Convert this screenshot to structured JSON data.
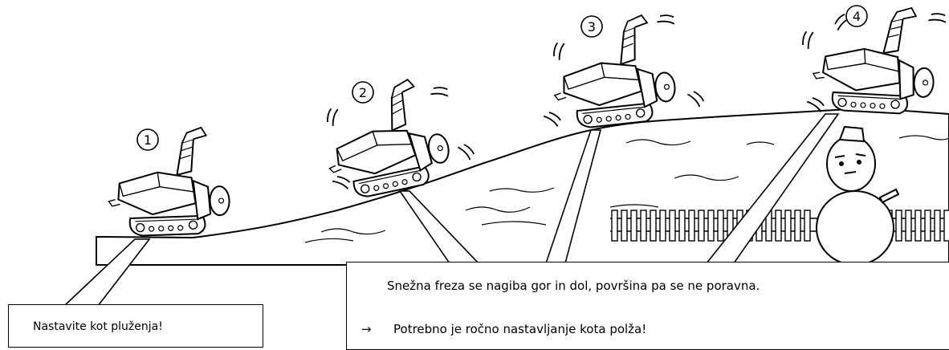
{
  "steps": [
    "1",
    "2",
    "3",
    "4"
  ],
  "left_callout": {
    "text": "Nastavite kot pluženja!"
  },
  "right_callout": {
    "line1": "Snežna freza se nagiba gor in dol, površina pa se ne poravna.",
    "arrow": "→",
    "line2": "Potrebno je ročno nastavljanje kota polža!"
  }
}
